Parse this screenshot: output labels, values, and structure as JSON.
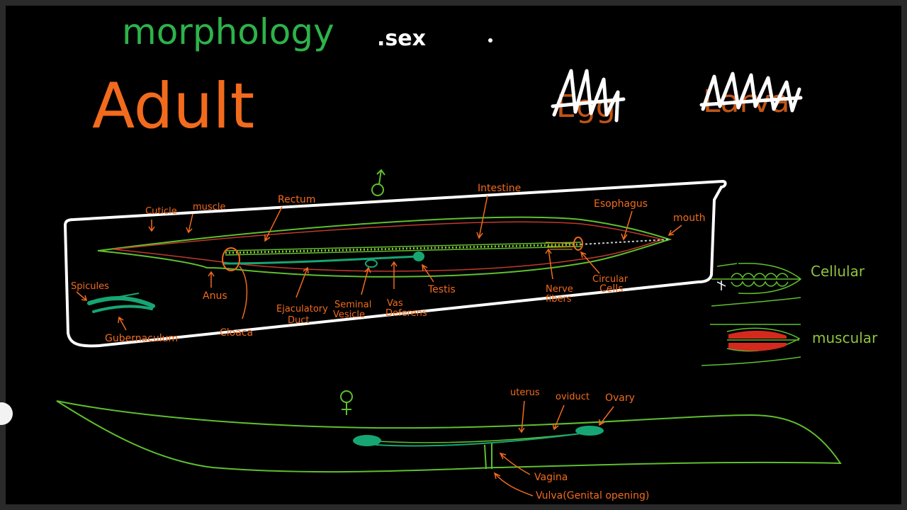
{
  "heading": {
    "topic": "morphology",
    "stage": "Adult",
    "note": ".sex"
  },
  "colors": {
    "background": "#000000",
    "topic": "#2db34a",
    "stage": "#f26b1d",
    "labels": "#f26b1d",
    "body_outline": "#5fbf2e",
    "inner_wall": "#c0392b",
    "gonad": "#17a673",
    "highlight_box": "#ffffff",
    "muscle": "#d42a1e"
  },
  "male": {
    "symbol": "♂",
    "labels": {
      "cuticle": "Cuticle",
      "muscle": "muscle",
      "rectum": "Rectum",
      "intestine": "Intestine",
      "esophagus": "Esophagus",
      "mouth": "mouth",
      "spicules": "Spicules",
      "anus": "Anus",
      "gubernaculum": "Gubernaculum",
      "cloaca": "Cloaca",
      "ejaculatory_1": "Ejaculatory",
      "ejaculatory_2": "Duct",
      "seminal_1": "Seminal",
      "seminal_2": "Vesicle",
      "vas_1": "Vas",
      "vas_2": "Deferens",
      "testis": "Testis",
      "nerve_1": "Nerve",
      "nerve_2": "fibers",
      "circular_1": "Circular",
      "circular_2": "Cells"
    }
  },
  "female": {
    "symbol": "♀",
    "labels": {
      "uterus": "uterus",
      "oviduct": "oviduct",
      "ovary": "Ovary",
      "vagina": "Vagina",
      "vulva": "Vulva(Genital opening)"
    }
  },
  "esophagus_types": {
    "cellular": "Cellular",
    "muscular": "muscular"
  }
}
